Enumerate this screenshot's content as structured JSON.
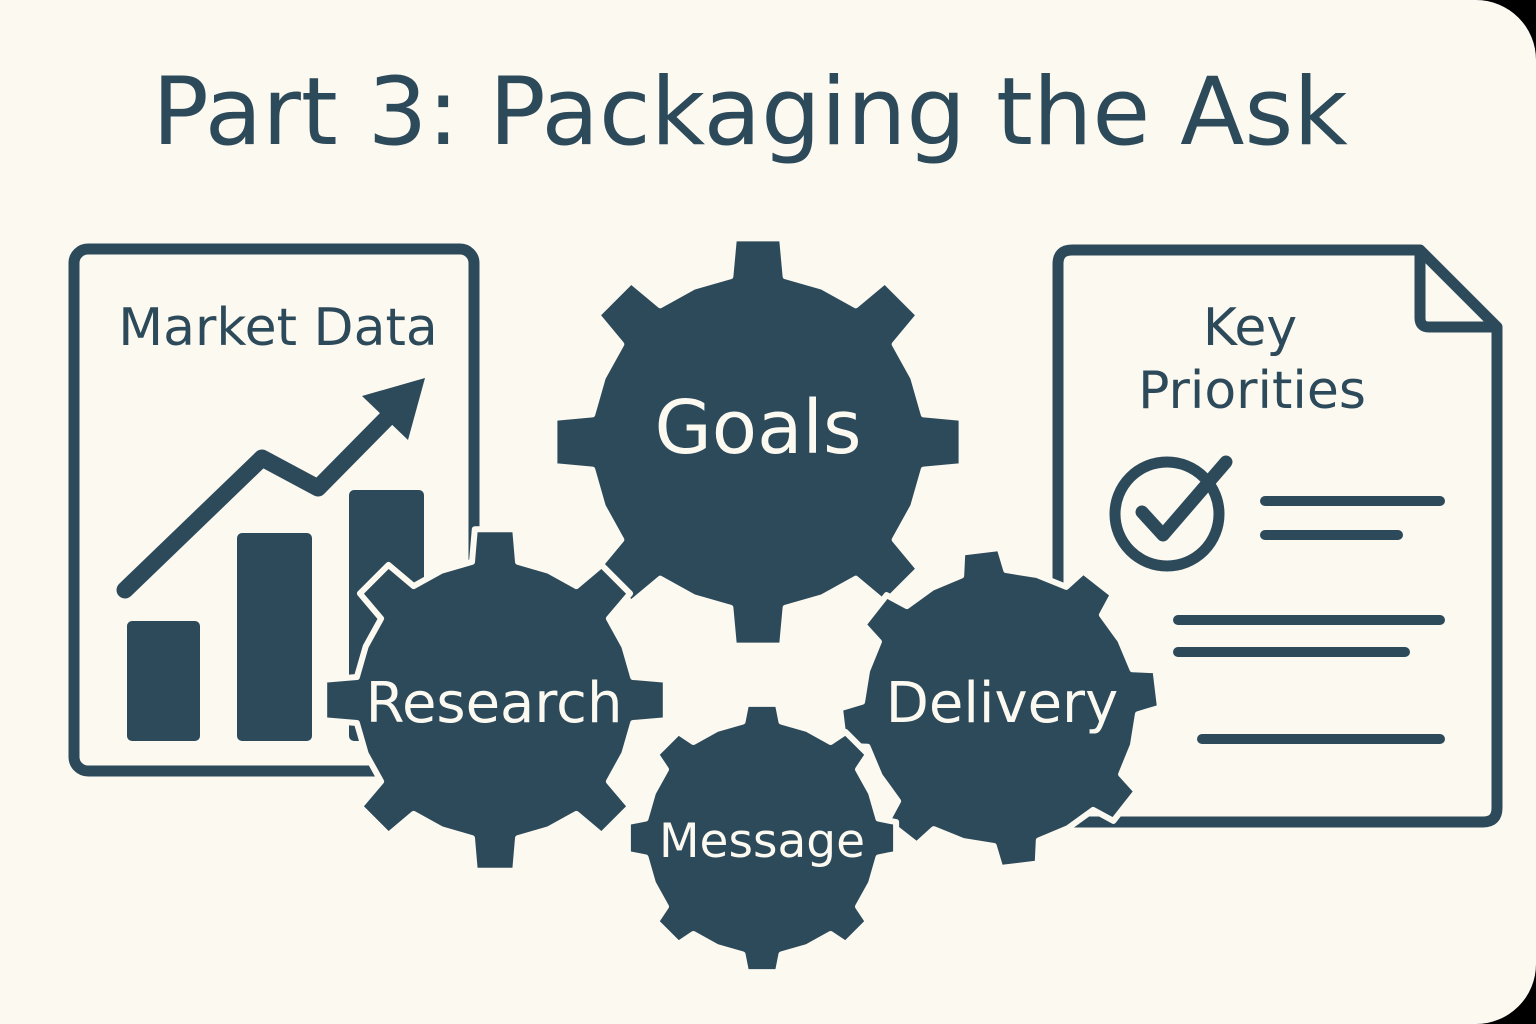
{
  "title": "Part 3: Packaging the Ask",
  "colors": {
    "background": "#fcf9f1",
    "primary": "#2d4a5a",
    "on_primary": "#fcf9f1"
  },
  "panels": {
    "market_data": {
      "label": "Market Data",
      "icon": "bar-chart-trend-icon"
    },
    "key_priorities": {
      "label_line1": "Key",
      "label_line2": "Priorities",
      "icon": "document-checklist-icon"
    }
  },
  "gears": {
    "goals": "Goals",
    "research": "Research",
    "delivery": "Delivery",
    "message": "Message"
  }
}
